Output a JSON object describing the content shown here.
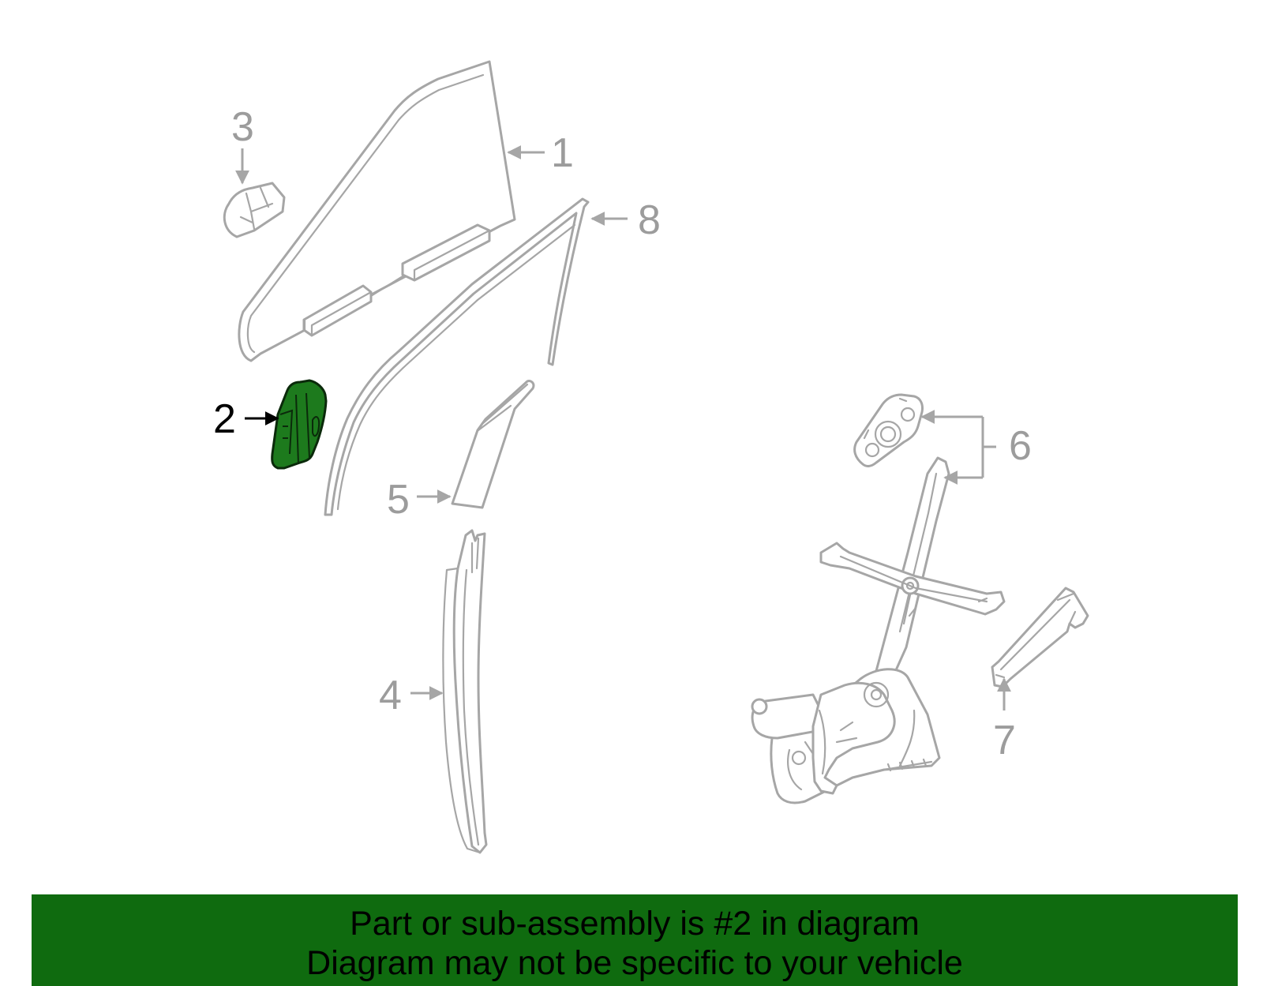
{
  "diagram": {
    "callouts": [
      {
        "id": "1",
        "label": "1"
      },
      {
        "id": "2",
        "label": "2",
        "highlighted": true
      },
      {
        "id": "3",
        "label": "3"
      },
      {
        "id": "4",
        "label": "4"
      },
      {
        "id": "5",
        "label": "5"
      },
      {
        "id": "6",
        "label": "6"
      },
      {
        "id": "7",
        "label": "7"
      },
      {
        "id": "8",
        "label": "8"
      }
    ],
    "colors": {
      "outline": "#a6a6a6",
      "highlight_fill": "#1d7a1d",
      "banner_bg": "#0f6b0f"
    }
  },
  "banner": {
    "line1": "Part or sub-assembly is #2 in diagram",
    "line2": "Diagram may not be specific to your vehicle"
  }
}
